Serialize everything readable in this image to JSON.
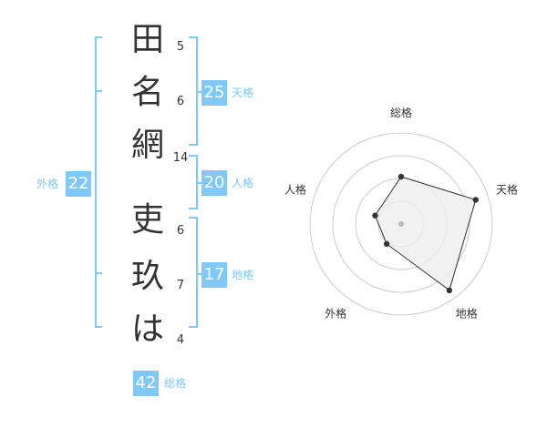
{
  "name": {
    "characters": [
      {
        "char": "田",
        "strokes": "5"
      },
      {
        "char": "名",
        "strokes": "6"
      },
      {
        "char": "網",
        "strokes": "14"
      },
      {
        "char": "吏",
        "strokes": "6"
      },
      {
        "char": "玖",
        "strokes": "7"
      },
      {
        "char": "は",
        "strokes": "4"
      }
    ]
  },
  "kaku": {
    "tenkaku": {
      "value": "25",
      "label": "天格"
    },
    "jinkaku": {
      "value": "20",
      "label": "人格"
    },
    "chikaku": {
      "value": "17",
      "label": "地格"
    },
    "gaikaku": {
      "value": "22",
      "label": "外格"
    },
    "soukaku": {
      "value": "42",
      "label": "総格"
    }
  },
  "colors": {
    "accent": "#7fc8f8",
    "text": "#333333",
    "radar_fill": "#eeeeee",
    "ring": "#cccccc"
  },
  "chart_data": {
    "type": "radar",
    "axes": [
      "総格",
      "天格",
      "地格",
      "外格",
      "人格"
    ],
    "values": [
      0.52,
      0.86,
      0.9,
      0.27,
      0.3
    ],
    "max": 1,
    "rings": 4
  }
}
